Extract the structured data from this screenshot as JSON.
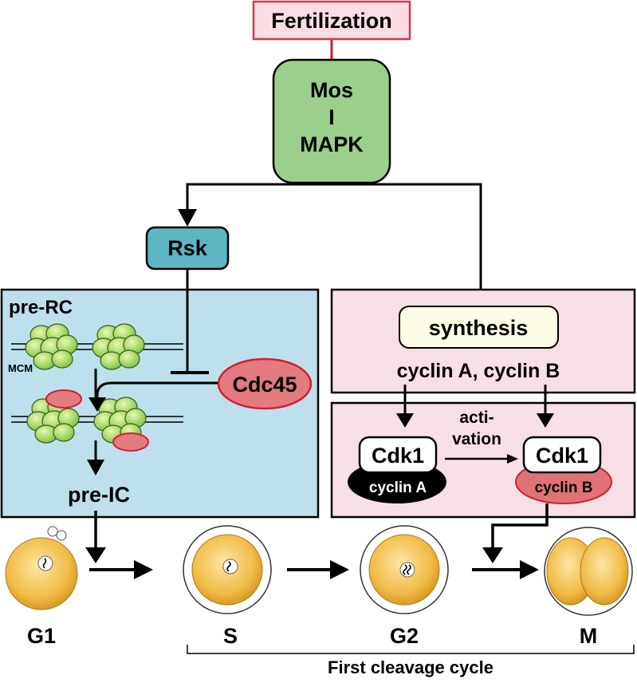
{
  "nodes": {
    "fertilization": "Fertilization",
    "mos": "Mos",
    "mos_mapk_link": "I",
    "mapk": "MAPK",
    "rsk": "Rsk",
    "pre_rc": "pre-RC",
    "mcm": "MCM",
    "cdc45": "Cdc45",
    "pre_ic": "pre-IC",
    "synthesis": "synthesis",
    "cyclins": "cyclin A, cyclin B",
    "activation_line1": "acti-",
    "activation_line2": "vation",
    "cdk1_a": "Cdk1",
    "cyclin_a": "cyclin A",
    "cdk1_b": "Cdk1",
    "cyclin_b": "cyclin B"
  },
  "phases": {
    "g1": "G1",
    "s": "S",
    "g2": "G2",
    "m": "M"
  },
  "cycle_label": "First cleavage cycle",
  "colors": {
    "fertilization_fill": "#f9dde3",
    "fertilization_stroke": "#d9364a",
    "mos_fill": "#9bd08a",
    "rsk_fill": "#5cb6c4",
    "pre_rc_panel": "#bde0ec",
    "pink_panel": "#f7dfe6",
    "cdc45_fill": "#e27a80",
    "red_stroke": "#d21e30",
    "synthesis_fill": "#fdfce6",
    "cyclin_b_fill": "#df7278",
    "mcm_green": "#9bd84a",
    "egg_yellow": "#efb43a"
  }
}
